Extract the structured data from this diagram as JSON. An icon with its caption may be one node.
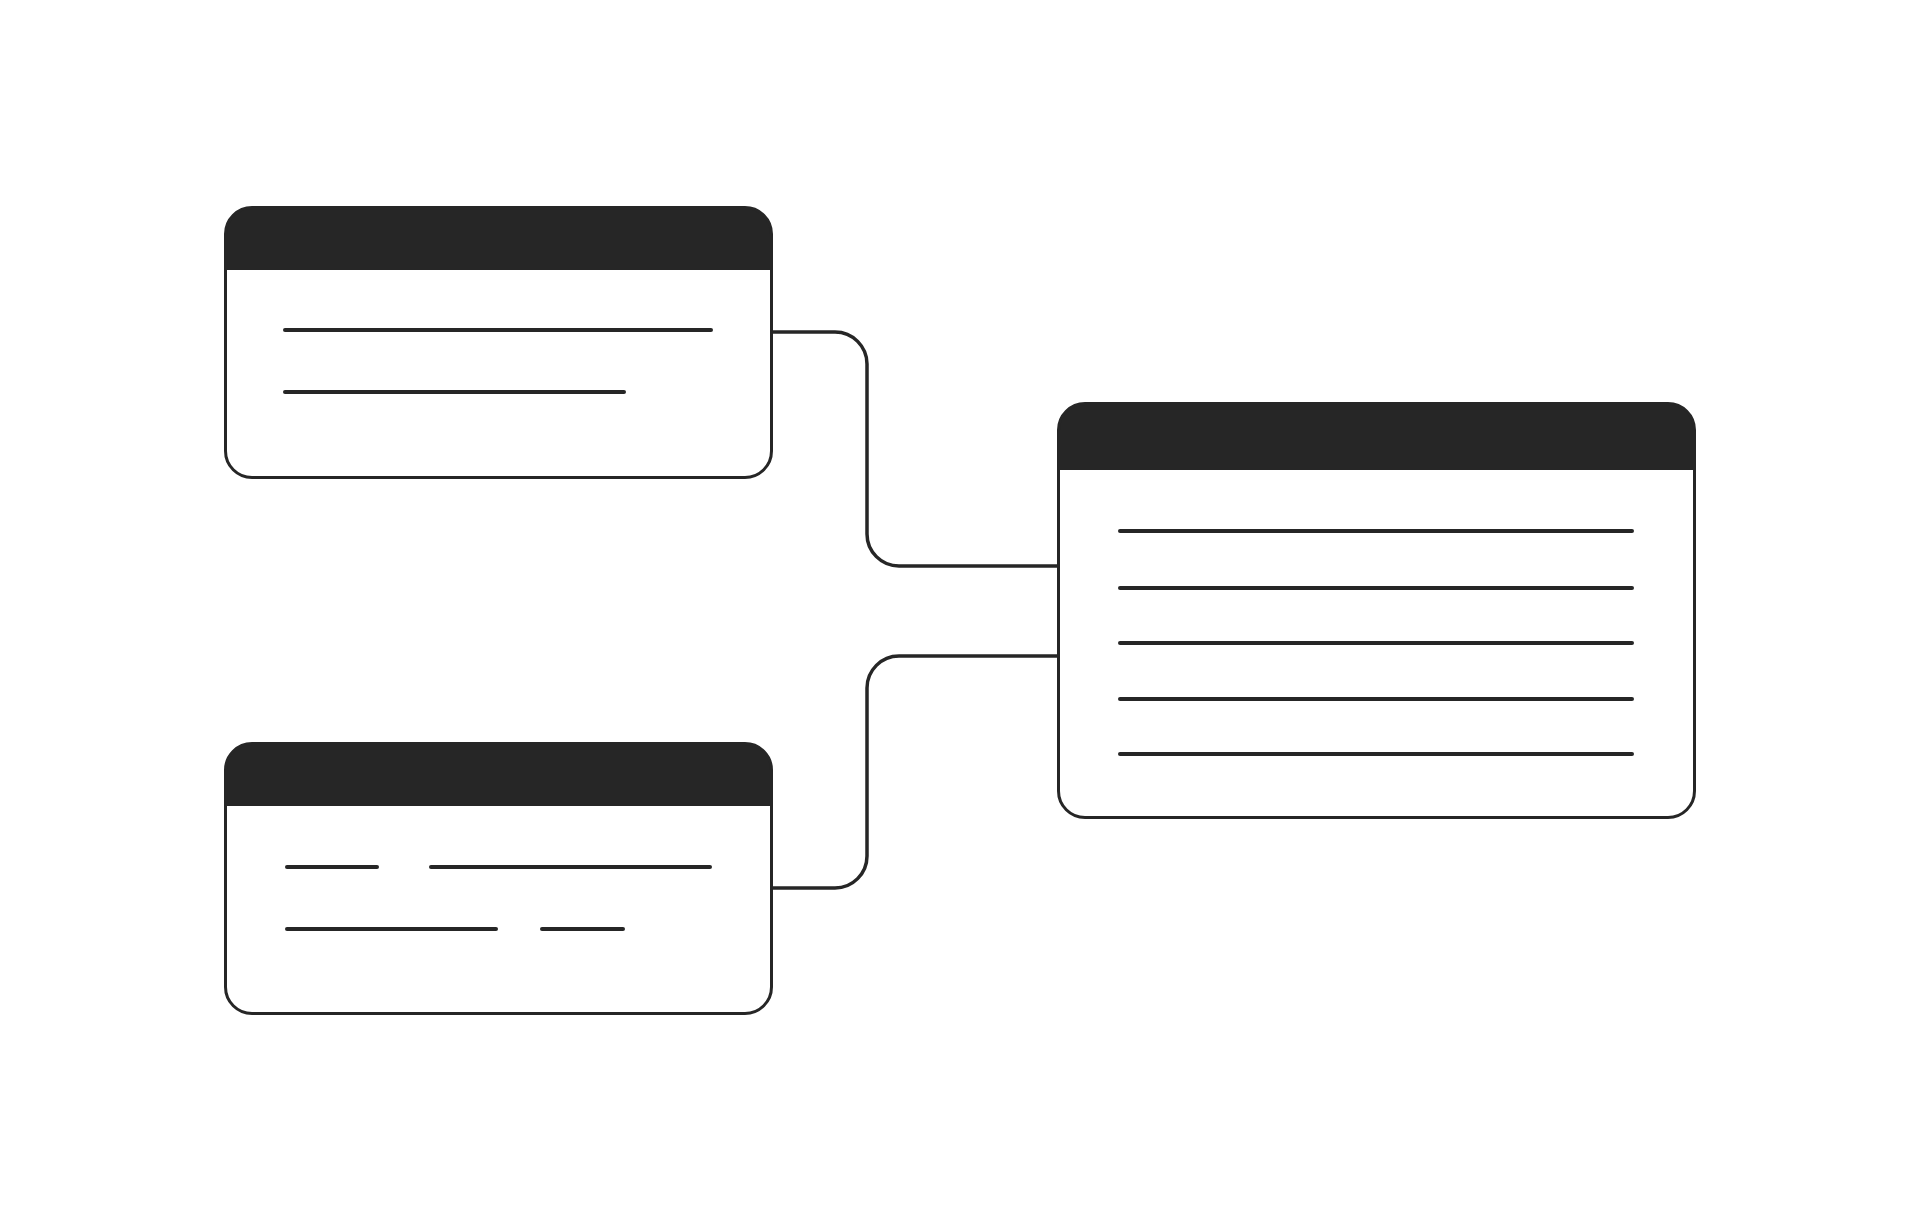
{
  "diagram": {
    "nodes": [
      {
        "text": [],
        "shape": "window"
      },
      {
        "text": [],
        "shape": "window"
      },
      {
        "text": [],
        "shape": "window"
      }
    ],
    "edges": [
      {
        "from": 0,
        "to": 2,
        "arrow": "none"
      },
      {
        "from": 1,
        "to": 2,
        "arrow": "none"
      }
    ]
  }
}
